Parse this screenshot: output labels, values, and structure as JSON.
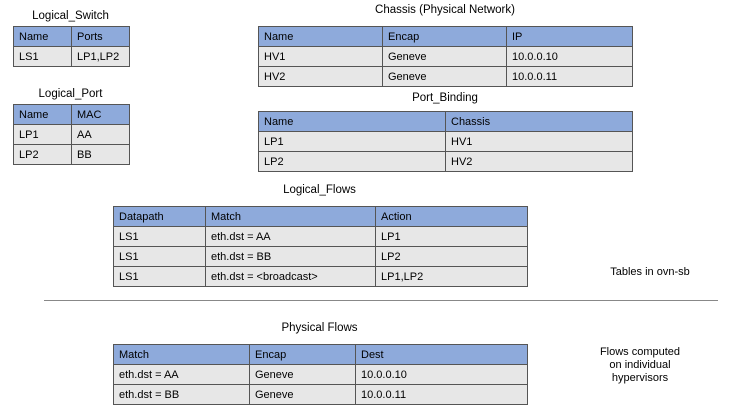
{
  "logical_switch": {
    "title": "Logical_Switch",
    "headers": [
      "Name",
      "Ports"
    ],
    "rows": [
      [
        "LS1",
        "LP1,LP2"
      ]
    ]
  },
  "logical_port": {
    "title": "Logical_Port",
    "headers": [
      "Name",
      "MAC"
    ],
    "rows": [
      [
        "LP1",
        "AA"
      ],
      [
        "LP2",
        "BB"
      ]
    ]
  },
  "chassis": {
    "title": "Chassis (Physical Network)",
    "headers": [
      "Name",
      "Encap",
      "IP"
    ],
    "rows": [
      [
        "HV1",
        "Geneve",
        "10.0.0.10"
      ],
      [
        "HV2",
        "Geneve",
        "10.0.0.11"
      ]
    ]
  },
  "port_binding": {
    "title": "Port_Binding",
    "headers": [
      "Name",
      "Chassis"
    ],
    "rows": [
      [
        "LP1",
        "HV1"
      ],
      [
        "LP2",
        "HV2"
      ]
    ]
  },
  "logical_flows": {
    "title": "Logical_Flows",
    "headers": [
      "Datapath",
      "Match",
      "Action"
    ],
    "rows": [
      [
        "LS1",
        "eth.dst = AA",
        "LP1"
      ],
      [
        "LS1",
        "eth.dst = BB",
        "LP2"
      ],
      [
        "LS1",
        "eth.dst = <broadcast>",
        "LP1,LP2"
      ]
    ]
  },
  "physical_flows": {
    "title": "Physical Flows",
    "headers": [
      "Match",
      "Encap",
      "Dest"
    ],
    "rows": [
      [
        "eth.dst = AA",
        "Geneve",
        "10.0.0.10"
      ],
      [
        "eth.dst = BB",
        "Geneve",
        "10.0.0.11"
      ]
    ]
  },
  "notes": {
    "ovn_sb": "Tables in ovn-sb",
    "flows_computed": [
      "Flows computed",
      "on individual",
      "hypervisors"
    ]
  },
  "colors": {
    "header": "#8eaadb",
    "cell": "#e7e7e7",
    "border": "#555555"
  }
}
